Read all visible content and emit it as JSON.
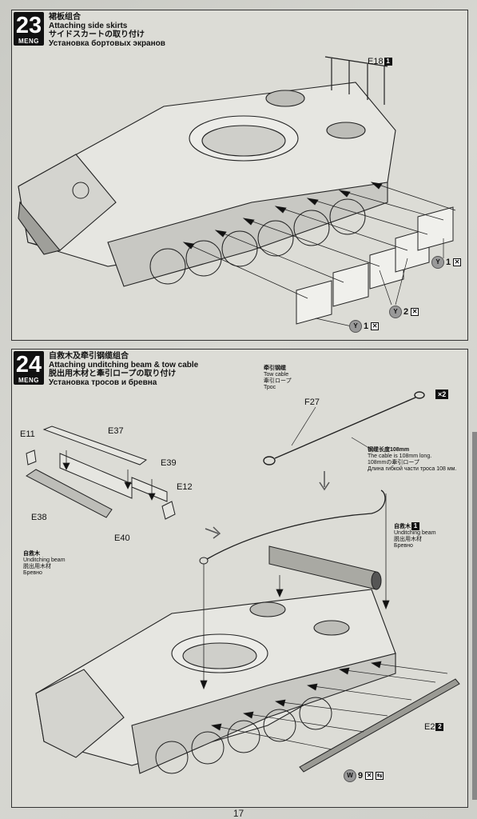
{
  "step23": {
    "number": "23",
    "brand": "MENG",
    "title_zh": "裙板组合",
    "title_en": "Attaching side skirts",
    "title_ja": "サイドスカートの取り付け",
    "title_ru": "Установка бортовых экранов",
    "parts": {
      "e18_label": "E18",
      "e18_qty": "1",
      "y_label": "Y",
      "y1": "1",
      "y2": "2"
    }
  },
  "step24": {
    "number": "24",
    "brand": "MENG",
    "title_zh": "自救木及牵引钢缆组合",
    "title_en": "Attaching unditching beam & tow cable",
    "title_ja": "脱出用木材と牽引ロープの取り付け",
    "title_ru": "Установка тросов и бревна",
    "tow_cable": {
      "zh": "牵引钢缆",
      "en": "Tow cable",
      "ja": "牽引ロープ",
      "ru": "Трос",
      "part": "F27",
      "multiplier": "×2",
      "length_zh": "钢缆长度108mm",
      "length_en": "The cable is 108mm long.",
      "length_ja": "108mmの牽引ロープ",
      "length_ru": "Длина гибкой части троса 108 мм."
    },
    "beam_parts": [
      "E11",
      "E37",
      "E39",
      "E12",
      "E38",
      "E40"
    ],
    "unditching_left": {
      "zh": "自救木",
      "en": "Unditching beam",
      "ja": "脱出用木材",
      "ru": "Бревно"
    },
    "unditching_right": {
      "zh": "自救木",
      "qty": "1",
      "en": "Unditching beam",
      "ja": "脱出用木材",
      "ru": "Бревно"
    },
    "rail_part": "E2",
    "rail_qty": "2",
    "w_label": "W",
    "w_qty": "9"
  },
  "page_number": "17"
}
